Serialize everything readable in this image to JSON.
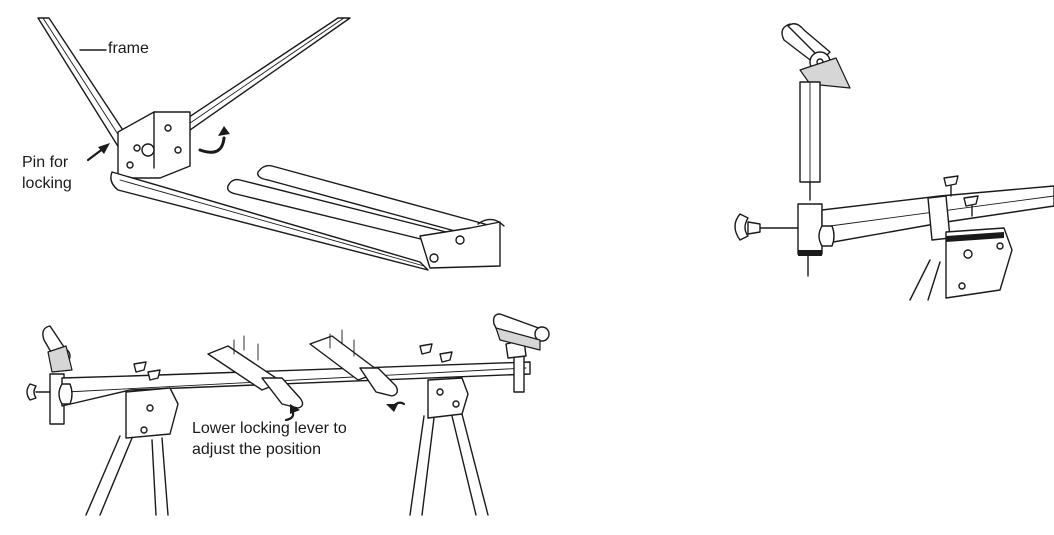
{
  "labels": {
    "frame": "frame",
    "pin_line1": "Pin for",
    "pin_line2": "locking",
    "lever_line1": "Lower locking lever to",
    "lever_line2": "adjust the position"
  }
}
